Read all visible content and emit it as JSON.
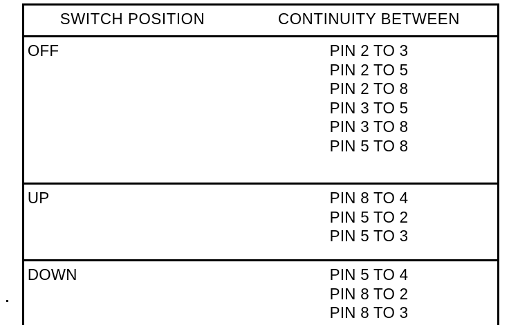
{
  "document": {
    "kind": "scanned-technical-table",
    "ink_color": "#000000",
    "paper_color": "#ffffff"
  },
  "table": {
    "headers": [
      "SWITCH POSITION",
      "CONTINUITY BETWEEN"
    ],
    "rows": [
      {
        "position": "OFF",
        "continuity": [
          "PIN 2 TO 3",
          "PIN 2 TO 5",
          "PIN 2 TO 8",
          "PIN 3 TO 5",
          "PIN 3 TO 8",
          "PIN 5 TO 8"
        ]
      },
      {
        "position": "UP",
        "continuity": [
          "PIN 8 TO 4",
          "PIN 5 TO 2",
          "PIN 5 TO 3"
        ]
      },
      {
        "position": "DOWN",
        "continuity": [
          "PIN 5 TO 4",
          "PIN 8 TO 2",
          "PIN 8 TO 3"
        ]
      }
    ]
  }
}
